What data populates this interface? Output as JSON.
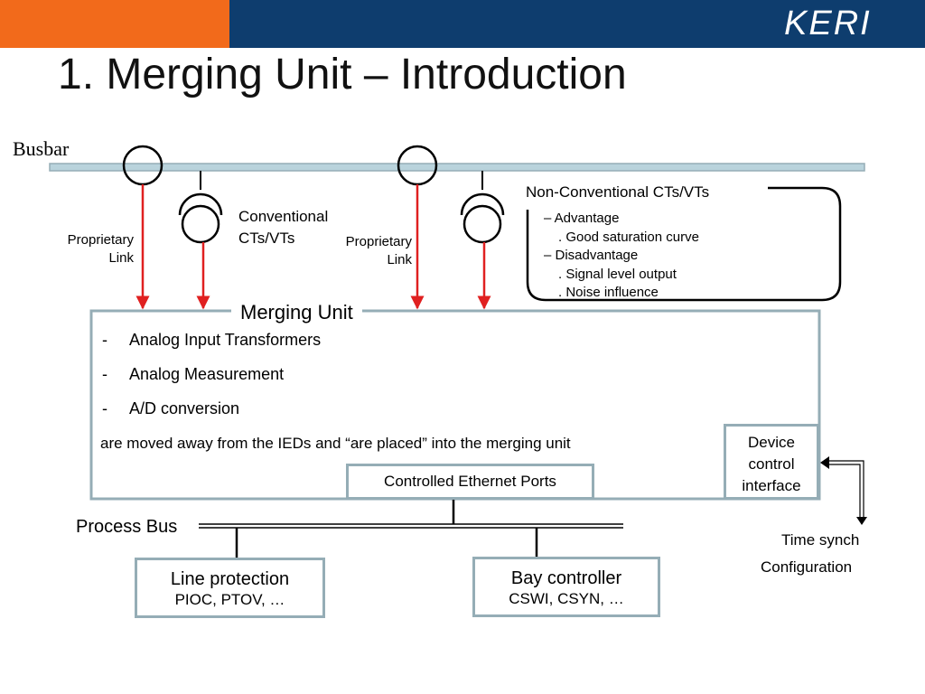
{
  "header": {
    "logo": "KERI",
    "title": "1. Merging Unit – Introduction"
  },
  "colors": {
    "accent_orange": "#f26a1b",
    "header_navy": "#0e3d6e",
    "box_border": "#95adb6",
    "arrow_red": "#e02020"
  },
  "diagram": {
    "busbar_label": "Busbar",
    "left_link_label": [
      "Proprietary",
      "Link"
    ],
    "mid_link_label": [
      "Proprietary",
      "Link"
    ],
    "conventional_label": [
      "Conventional",
      "CTs/VTs"
    ],
    "nonconventional": {
      "title": "Non-Conventional CTs/VTs",
      "lines": [
        "–  Advantage",
        ". Good saturation curve",
        "–  Disadvantage",
        ". Signal level output",
        ". Noise influence"
      ]
    },
    "merging_unit": {
      "title": "Merging Unit",
      "bullets": [
        "Analog Input Transformers",
        "Analog Measurement",
        "A/D conversion"
      ],
      "bullet_dash": "-",
      "statement": "are moved away from the IEDs and “are placed” into the merging unit",
      "ethernet_ports": "Controlled Ethernet Ports",
      "device_control": [
        "Device",
        "control",
        "interface"
      ]
    },
    "process_bus_label": "Process Bus",
    "line_protection": {
      "title": "Line protection",
      "subtitle": "PIOC, PTOV, …"
    },
    "bay_controller": {
      "title": "Bay controller",
      "subtitle": "CSWI, CSYN, …"
    },
    "time_synch": "Time synch",
    "configuration": "Configuration"
  }
}
